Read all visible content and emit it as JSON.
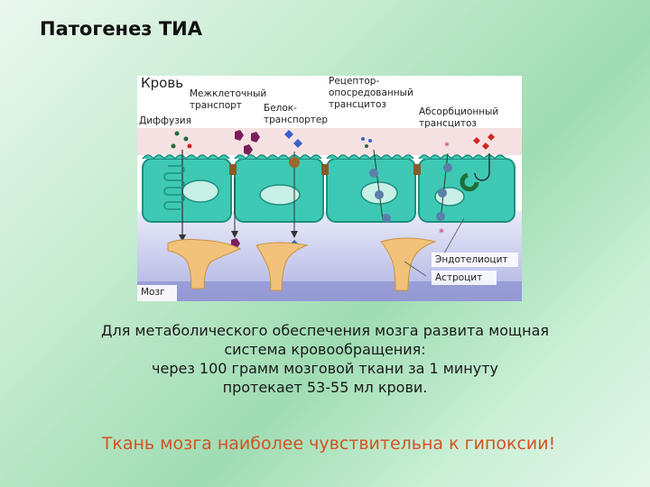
{
  "title": "Патогенез ТИА",
  "diagram": {
    "label_blood": "Кровь",
    "label_brain": "Мозг",
    "label_diffusion": "Диффузия",
    "label_intercellular": "Межклеточный\nтранспорт",
    "label_carrier": "Белок-\nтранспортер",
    "label_receptor": "Рецептор-\nопосредованный\nтрансцитоз",
    "label_absorption": "Абсорбционный\nтрансцитоз",
    "label_endothelium": "Эндотелиоцит",
    "label_astrocyte": "Астроцит",
    "colors": {
      "cell": "#3ec9b4",
      "cell_border": "#1f8f7f",
      "nucleus": "#c8f0e6",
      "astrocyte": "#f2c27a",
      "brain": "#b9bde8",
      "blood": "#f5dfe0",
      "purple": "#7b1f5c",
      "blue": "#3a5fc8",
      "red": "#d42424"
    }
  },
  "body_lines": [
    "Для метаболического  обеспечения мозга развита мощная",
    "система кровообращения:",
    "через 100 грамм  мозговой ткани за 1 минуту",
    "протекает 53-55 мл крови."
  ],
  "highlight": "Ткань мозга наиболее чувствительна к гипоксии!"
}
